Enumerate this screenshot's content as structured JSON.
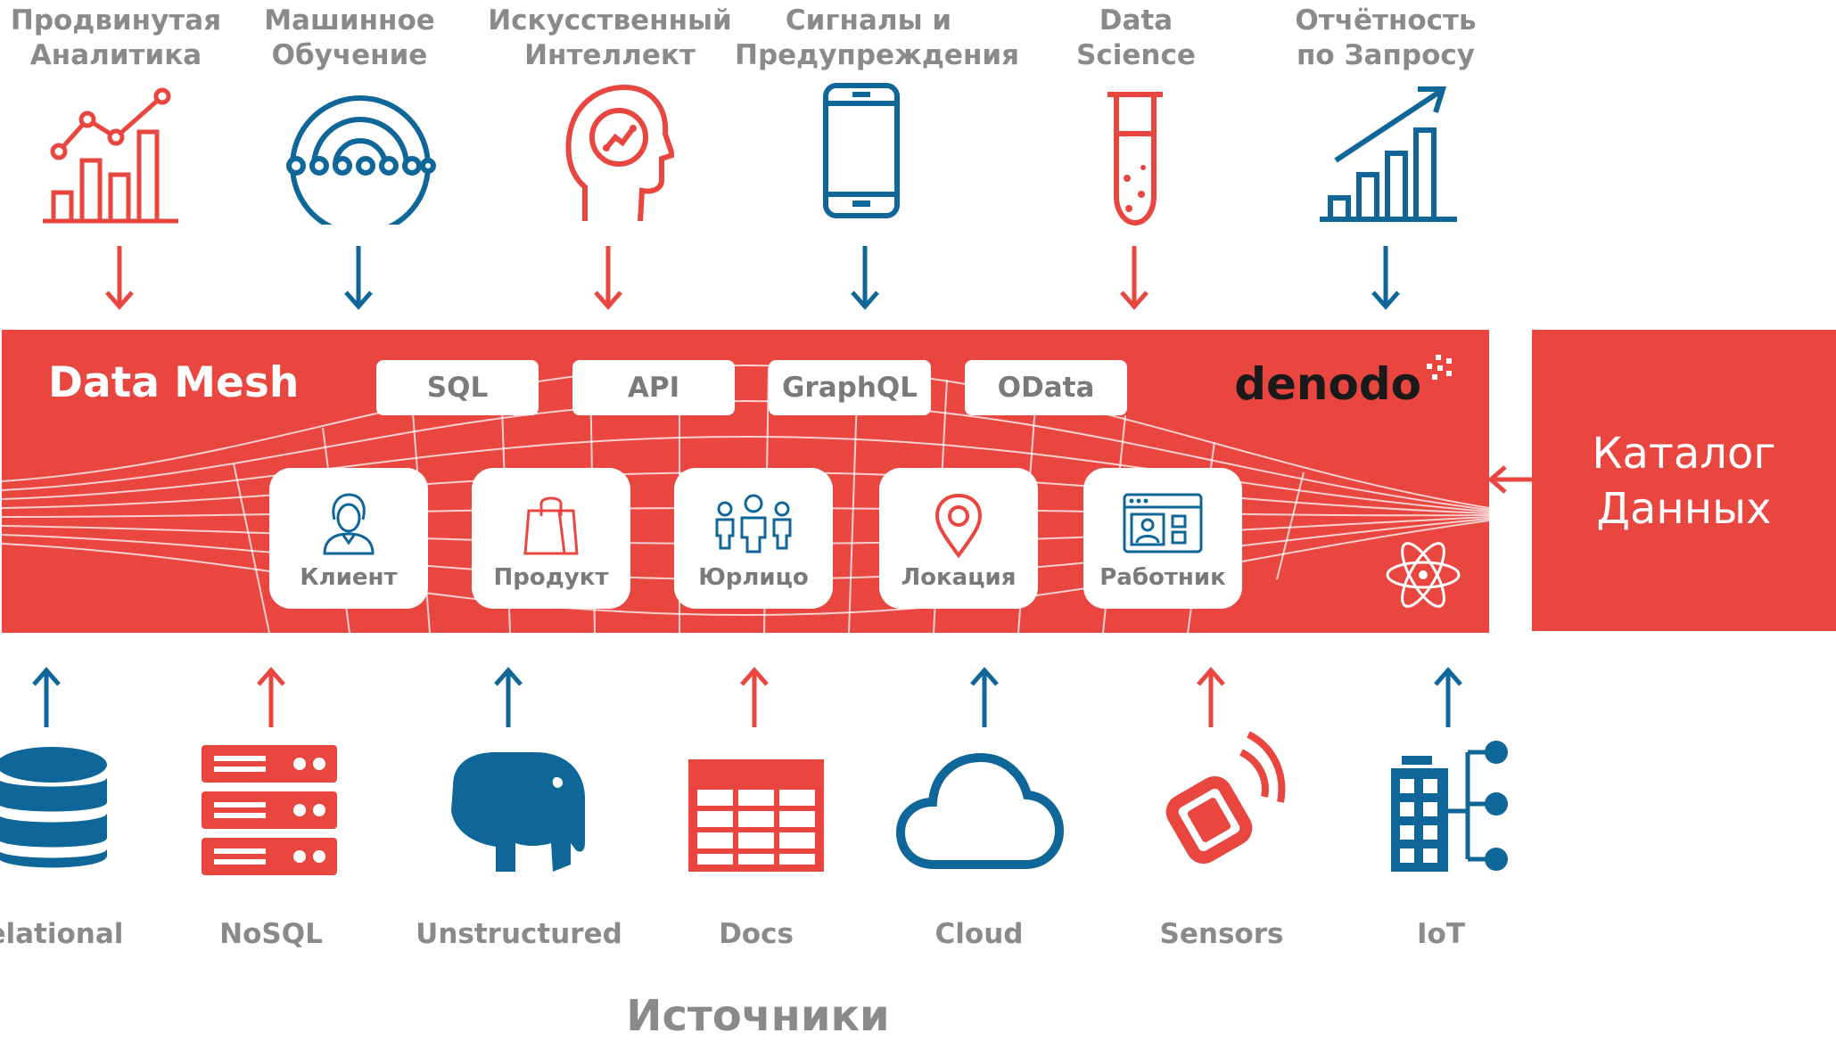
{
  "consumers": [
    {
      "label": "Продвинутая\nАналитика",
      "icon": "analytics-chart-icon",
      "color": "#e94640"
    },
    {
      "label": "Машинное\nОбучение",
      "icon": "machine-learning-icon",
      "color": "#0f6699"
    },
    {
      "label": "Искусственный\nИнтеллект",
      "icon": "ai-head-icon",
      "color": "#e94640"
    },
    {
      "label": "Сигналы и\nПредупреждения",
      "icon": "smartphone-icon",
      "color": "#0f6699"
    },
    {
      "label": "Data\nScience",
      "icon": "test-tube-icon",
      "color": "#e94640"
    },
    {
      "label": "Отчётность\nпо Запросу",
      "icon": "growth-chart-icon",
      "color": "#0f6699"
    }
  ],
  "mesh": {
    "title": "Data Mesh",
    "protocols": [
      "SQL",
      "API",
      "GraphQL",
      "OData"
    ],
    "logo": "denodo",
    "entities": [
      {
        "label": "Клиент",
        "icon": "customer-icon"
      },
      {
        "label": "Продукт",
        "icon": "shopping-bag-icon"
      },
      {
        "label": "Юрлицо",
        "icon": "people-group-icon"
      },
      {
        "label": "Локация",
        "icon": "location-pin-icon"
      },
      {
        "label": "Работник",
        "icon": "employee-card-icon"
      }
    ]
  },
  "catalog": {
    "label": "Каталог\nДанных"
  },
  "sources": [
    {
      "label": "Relational",
      "icon": "database-icon",
      "color": "#0f6699"
    },
    {
      "label": "NoSQL",
      "icon": "server-rack-icon",
      "color": "#e94640"
    },
    {
      "label": "Unstructured",
      "icon": "elephant-icon",
      "color": "#0f6699"
    },
    {
      "label": "Docs",
      "icon": "spreadsheet-icon",
      "color": "#e94640"
    },
    {
      "label": "Cloud",
      "icon": "cloud-icon",
      "color": "#0f6699"
    },
    {
      "label": "Sensors",
      "icon": "smartwatch-signal-icon",
      "color": "#e94640"
    },
    {
      "label": "IoT",
      "icon": "iot-building-icon",
      "color": "#0f6699"
    }
  ],
  "sources_title": "Источники",
  "colors": {
    "red": "#e94640",
    "blue": "#0f6699",
    "gray": "#8a8a8a"
  }
}
